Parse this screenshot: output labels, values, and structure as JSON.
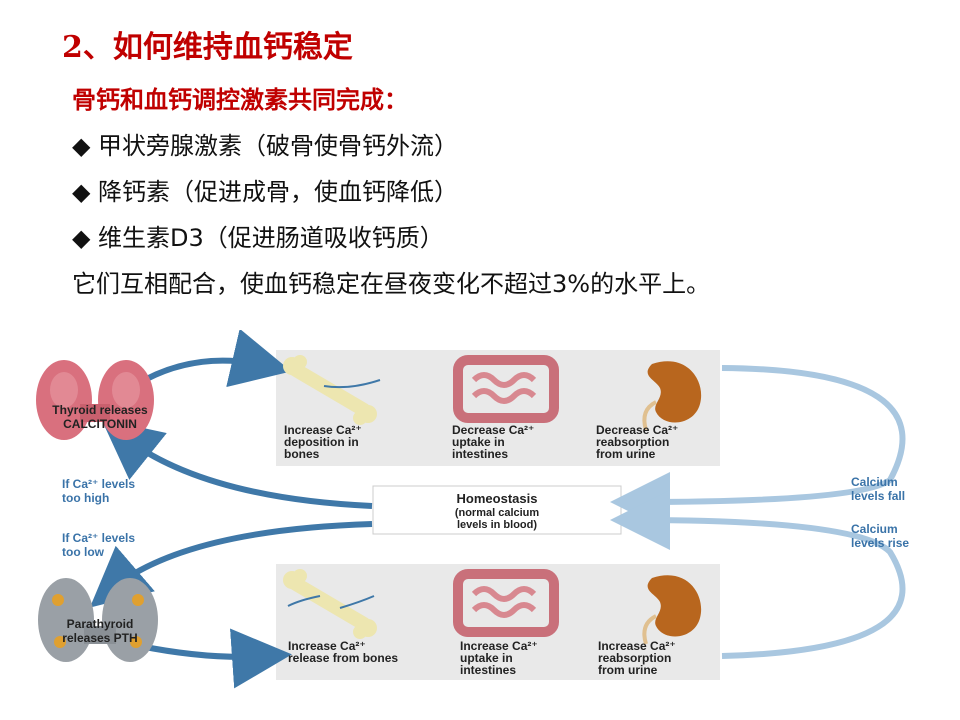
{
  "slide": {
    "title": "2、如何维持血钙稳定",
    "subtitle": "骨钙和血钙调控激素共同完成：",
    "bullet_mark": "◆",
    "bullets": [
      "甲状旁腺激素（破骨使骨钙外流）",
      "降钙素（促进成骨，使血钙降低）",
      "维生素D3（促进肠道吸收钙质）"
    ],
    "summary": "它们互相配合，使血钙稳定在昼夜变化不超过3%的水平上。"
  },
  "diagram": {
    "thyroid": {
      "line1": "Thyroid releases",
      "line2": "CALCITONIN"
    },
    "parathyroid": {
      "line1": "Parathyroid",
      "line2": "releases PTH"
    },
    "left_labels": {
      "high": {
        "l1": "If Ca²⁺ levels",
        "l2": "too high"
      },
      "low": {
        "l1": "If Ca²⁺ levels",
        "l2": "too low"
      }
    },
    "right_labels": {
      "fall": {
        "l1": "Calcium",
        "l2": "levels fall"
      },
      "rise": {
        "l1": "Calcium",
        "l2": "levels rise"
      }
    },
    "homeostasis": {
      "l1": "Homeostasis",
      "l2": "(normal calcium",
      "l3": "levels in blood)"
    },
    "top_panel": [
      {
        "l1": "Increase Ca²⁺",
        "l2": "deposition in",
        "l3": "bones"
      },
      {
        "l1": "Decrease Ca²⁺",
        "l2": "uptake in",
        "l3": "intestines"
      },
      {
        "l1": "Decrease Ca²⁺",
        "l2": "reabsorption",
        "l3": "from urine"
      }
    ],
    "bottom_panel": [
      {
        "l1": "Increase Ca²⁺",
        "l2": "release from bones",
        "l3": ""
      },
      {
        "l1": "Increase Ca²⁺",
        "l2": "uptake in",
        "l3": "intestines"
      },
      {
        "l1": "Increase Ca²⁺",
        "l2": "reabsorption",
        "l3": "from urine"
      }
    ],
    "colors": {
      "arrow_dark": "#3f78a8",
      "arrow_light": "#a9c7e0",
      "panel": "#e9e9e9",
      "label_blue": "#3a73a8"
    }
  }
}
